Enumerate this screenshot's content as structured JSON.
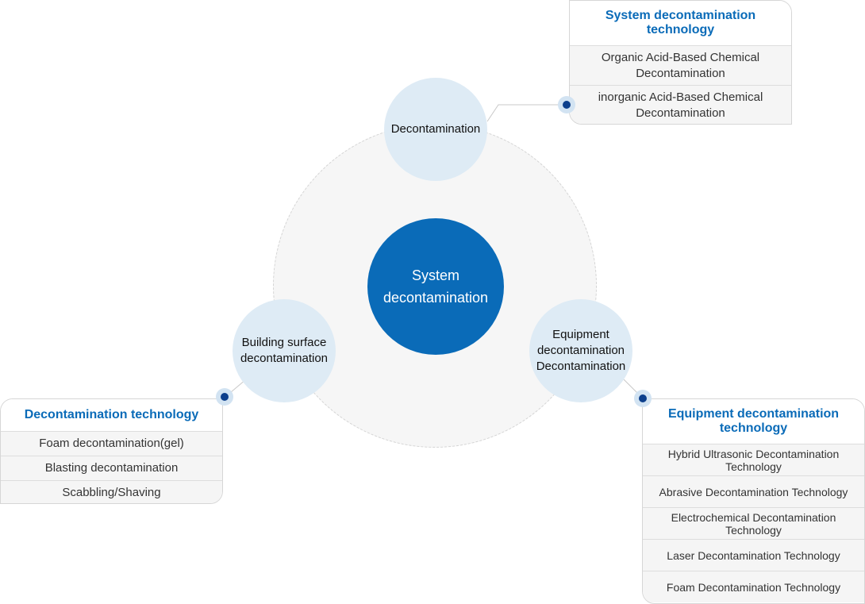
{
  "diagram": {
    "center": "System decontamination",
    "nodes": {
      "top": "Decontamination",
      "left": "Building surface decontamination",
      "right": "Equipment decontamination Decontamination"
    },
    "panels": {
      "top": {
        "title": "System decontamination technology",
        "items": [
          "Organic Acid-Based Chemical Decontamination",
          "inorganic Acid-Based Chemical Decontamination"
        ]
      },
      "left": {
        "title": "Decontamination technology",
        "items": [
          "Foam decontamination(gel)",
          "Blasting decontamination",
          "Scabbling/Shaving"
        ]
      },
      "right": {
        "title": "Equipment decontamination technology",
        "items": [
          "Hybrid Ultrasonic Decontamination Technology",
          "Abrasive Decontamination Technology",
          "Electrochemical Decontamination Technology",
          "Laser Decontamination Technology",
          "Foam Decontamination Technology"
        ]
      }
    },
    "colors": {
      "accent": "#0a6bb8",
      "node_fill": "#deebf5",
      "marker": "#0c3f8c"
    }
  }
}
